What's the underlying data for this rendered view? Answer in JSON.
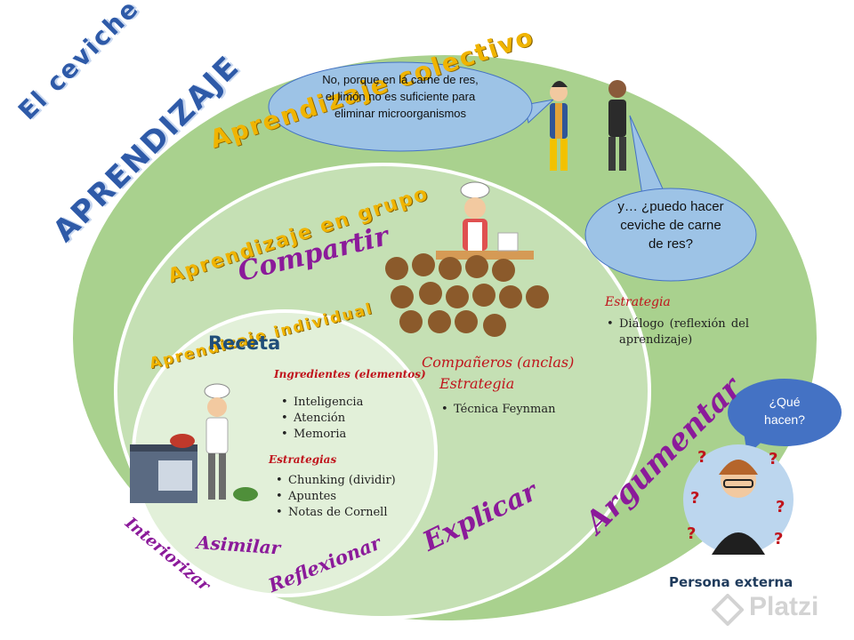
{
  "title": {
    "line1": "El ceviche del",
    "line2": "APRENDIZAJE"
  },
  "levels": {
    "collective": "Aprendizaje colectivo",
    "group": "Aprendizaje en grupo",
    "individual": "Aprendizaje individual"
  },
  "verbs": {
    "compartir": "Compartir",
    "argumentar": "Argumentar",
    "explicar": "Explicar",
    "interiorizar": "Interiorizar",
    "asimilar": "Asimilar",
    "reflexionar": "Reflexionar"
  },
  "individual": {
    "recipe": "Receta",
    "ingredients_label": "Ingredientes (elementos)",
    "ingredients": [
      "Inteligencia",
      "Atención",
      "Memoria"
    ],
    "strategies_label": "Estrategias",
    "strategies": [
      "Chunking (dividir)",
      "Apuntes",
      "Notas de Cornell"
    ]
  },
  "group": {
    "peers_label": "Compañeros (anclas)",
    "strategy_label": "Estrategia",
    "strategies": [
      "Técnica Feynman"
    ]
  },
  "collective": {
    "strategy_label": "Estrategia",
    "strategies": [
      "Diálogo (reflexión del aprendizaje)"
    ]
  },
  "bubbles": {
    "answer": "No, porque en la carne de res, el limón no es suficiente para eliminar microorganismos",
    "question": "y… ¿puedo hacer ceviche de carne de res?",
    "external": "¿Qué hacen?"
  },
  "external_person": "Persona externa",
  "watermark": "Platzi",
  "colors": {
    "outer": "#a9d18e",
    "middle": "#c5e0b4",
    "inner": "#e2f0d9",
    "border": "#ffffff",
    "bubble": "#9dc3e6",
    "bubble_dark": "#4472c4",
    "title": "#2e5aa8",
    "verb": "#8b1a9a",
    "strategy": "#c0141c"
  }
}
